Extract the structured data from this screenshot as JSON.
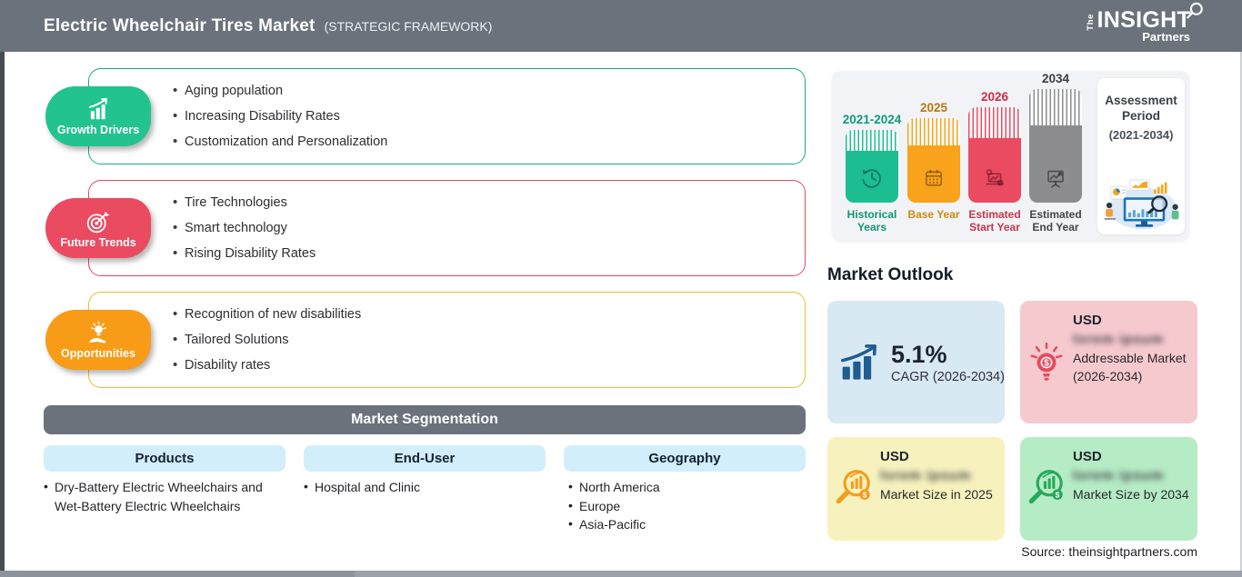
{
  "header": {
    "title": "Electric Wheelchair Tires Market",
    "subtitle": "(STRATEGIC FRAMEWORK)",
    "logo": {
      "the": "The",
      "insight": "INSIGHT",
      "partners": "Partners"
    }
  },
  "framework": [
    {
      "label": "Growth Drivers",
      "icon": "growth-bar-chart-icon",
      "badge_color": "#22c38e",
      "border_color": "#1ba98a",
      "items": [
        "Aging population",
        "Increasing Disability Rates",
        "Customization and Personalization"
      ]
    },
    {
      "label": "Future Trends",
      "icon": "target-dart-icon",
      "badge_color": "#ea4b61",
      "border_color": "#e8485e",
      "items": [
        "Tire Technologies",
        "Smart technology",
        "Rising Disability Rates"
      ]
    },
    {
      "label": "Opportunities",
      "icon": "hand-lightbulb-icon",
      "badge_color": "#f89b17",
      "border_color": "#eebd2b",
      "items": [
        "Recognition of new disabilities",
        "Tailored Solutions",
        "Disability rates"
      ]
    }
  ],
  "segmentation": {
    "title": "Market Segmentation",
    "columns": [
      {
        "label": "Products",
        "items": [
          "Dry-Battery Electric Wheelchairs and Wet-Battery Electric Wheelchairs"
        ]
      },
      {
        "label": "End-User",
        "items": [
          "Hospital and Clinic"
        ]
      },
      {
        "label": "Geography",
        "items": [
          "North America",
          "Europe",
          "Asia-Pacific"
        ]
      }
    ]
  },
  "timeline": {
    "bars": [
      {
        "year": "2021-2024",
        "label": "Historical Years",
        "color": "#1dbd92",
        "icon": "history-clock-icon"
      },
      {
        "year": "2025",
        "label": "Base Year",
        "color": "#f9a21b",
        "icon": "calendar-icon"
      },
      {
        "year": "2026",
        "label": "Estimated Start Year",
        "color": "#ea4b60",
        "icon": "forecast-laptop-icon"
      },
      {
        "year": "2034",
        "label": "Estimated End Year",
        "color": "#8d8d8f",
        "icon": "presentation-chart-icon"
      }
    ],
    "assessment": {
      "title_line1": "Assessment",
      "title_line2": "Period",
      "range": "(2021-2034)"
    }
  },
  "outlook": {
    "title": "Market Outlook",
    "cards": [
      {
        "type": "cagr",
        "value": "5.1%",
        "label": "CAGR (2026-2034)",
        "bg": "#d9e9f3",
        "icon": "growth-chart-icon"
      },
      {
        "type": "usd",
        "currency": "USD",
        "redacted_value": "lorem ipsum",
        "label": "Addressable Market (2026-2034)",
        "bg": "#f6c9cf",
        "icon": "dollar-lightbulb-icon"
      },
      {
        "type": "usd",
        "currency": "USD",
        "redacted_value": "lorem ipsum",
        "label": "Market Size in 2025",
        "bg": "#f7f2bd",
        "icon": "magnifier-chart-orange-icon"
      },
      {
        "type": "usd",
        "currency": "USD",
        "redacted_value": "lorem ipsum",
        "label": "Market Size by 2034",
        "bg": "#b5ecc5",
        "icon": "magnifier-chart-green-icon"
      }
    ],
    "source": "Source: theinsightpartners.com"
  },
  "colors": {
    "header_bar": "#6b727c",
    "segmentation_header_bg": "#d2eefa",
    "timeline_panel_bg": "#f2f3f6",
    "cagr_icon_blue": "#1f5c90"
  }
}
